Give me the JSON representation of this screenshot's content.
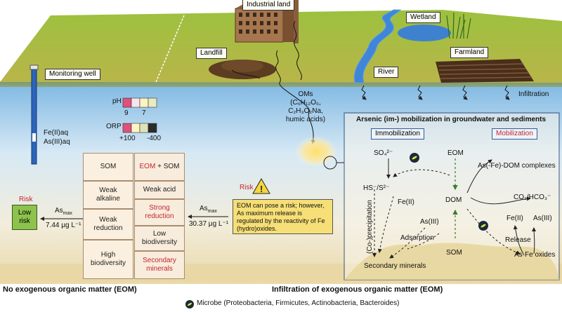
{
  "surface": {
    "industrial_land": "Industrial land",
    "wetland": "Wetland",
    "landfill": "Landfill",
    "farmland": "Farmland",
    "river": "River",
    "monitoring_well": "Monitoring well",
    "infiltration": "Infiltration"
  },
  "well": {
    "species_1": "Fe(II)aq",
    "species_2": "As(III)aq"
  },
  "ph_scale": {
    "label": "pH",
    "left_value": "9",
    "right_value": "7",
    "colors": [
      "#e0507b",
      "#f6e5ea",
      "#fff3c4",
      "#e8edc0"
    ]
  },
  "orp_scale": {
    "label": "ORP",
    "left_value": "+100",
    "right_value": "-400",
    "colors": [
      "#e0507b",
      "#fff3c4",
      "#dfe4b8",
      "#2b2b2b"
    ]
  },
  "oms": {
    "line1": "OMs",
    "line2": "(C₆H₁₂O₆,",
    "line3": "C₂H₃O₂Na,",
    "line4": "humic acids)"
  },
  "comparison": {
    "left_column": [
      "SOM",
      "Weak alkaline",
      "Weak reduction",
      "High biodiversity"
    ],
    "right_column": [
      {
        "text": "EOM",
        "suffix": " + SOM",
        "red": true
      },
      {
        "text": "Weak acid",
        "red": false
      },
      {
        "text": "Strong reduction",
        "red": true
      },
      {
        "text": "Low biodiversity",
        "red": false
      },
      {
        "text": "Secondary minerals",
        "red": true
      }
    ]
  },
  "risk_left": {
    "title": "Risk",
    "box": "Low risk",
    "as_label": "As",
    "as_sub": "max",
    "value": "7.44 μg L⁻¹"
  },
  "risk_right": {
    "title": "Risk",
    "as_label": "As",
    "as_sub": "max",
    "value": "30.37 μg L⁻¹",
    "statement": "EOM can pose a risk; however, As maximum release is regulated by the reactivity of Fe (hydro)oxides."
  },
  "mechanism": {
    "title": "Arsenic (im-) mobilization in groundwater and sediments",
    "immobilization": "Immobilization",
    "mobilization": "Mobilization",
    "so4": "SO₄²⁻",
    "hs": "HS⁻/S²⁻",
    "fe2_left": "Fe(II)",
    "as3_left": "As(III)",
    "co_precipitation": "(Co-)precipitation",
    "adsorption": "Adsorption",
    "secondary_minerals": "Secondary minerals",
    "eom": "EOM",
    "dom": "DOM",
    "som": "SOM",
    "dom_complexes": "As(-Fe)-DOM complexes",
    "co2": "CO₂/HCO₃⁻",
    "fe2_right": "Fe(II)",
    "as3_right": "As(III)",
    "release": "Release",
    "as_fe_oxides": "As-Fe oxides"
  },
  "captions": {
    "left": "No exogenous organic matter (EOM)",
    "right": "Infiltration of exogenous organic matter (EOM)",
    "microbe": "Microbe (Proteobacteria, Firmicutes, Actinobacteria, Bacteroides)"
  }
}
